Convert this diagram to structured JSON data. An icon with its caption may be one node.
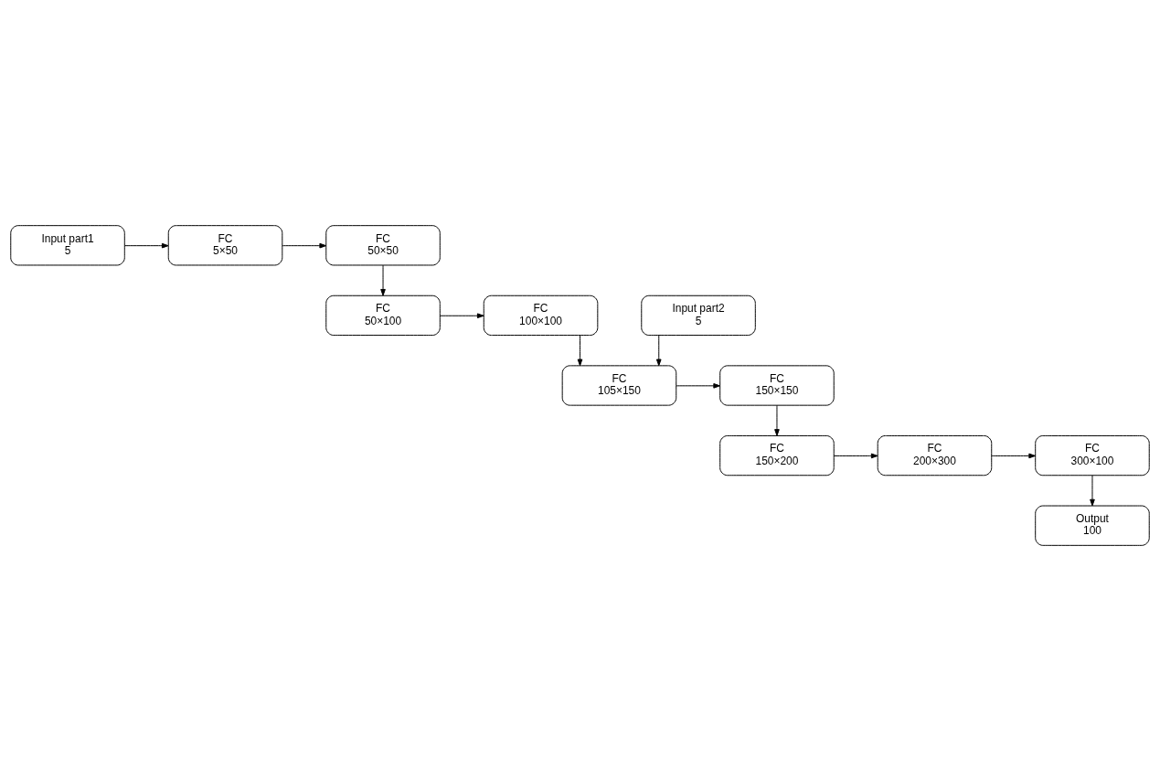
{
  "diagram": {
    "nodes": [
      {
        "text": [
          "Input part1",
          "5"
        ]
      },
      {
        "text": [
          "FC",
          "5×50"
        ]
      },
      {
        "text": [
          "FC",
          "50×50"
        ]
      },
      {
        "text": [
          "Input part2",
          "5"
        ]
      },
      {
        "text": [
          "FC",
          "100×100"
        ]
      },
      {
        "text": [
          "FC",
          "50×100"
        ]
      },
      {
        "text": [
          "FC",
          "105×150"
        ]
      },
      {
        "text": [
          "FC",
          "150×150"
        ]
      },
      {
        "text": [
          "FC",
          "300×100"
        ]
      },
      {
        "text": [
          "FC",
          "200×300"
        ]
      },
      {
        "text": [
          "FC",
          "150×200"
        ]
      },
      {
        "text": [
          "Output",
          "100"
        ]
      }
    ],
    "edges": [
      {
        "from": 0,
        "to": 1,
        "arrow": "to"
      },
      {
        "from": 1,
        "to": 2,
        "arrow": "to"
      },
      {
        "from": 2,
        "to": 5,
        "arrow": "to"
      },
      {
        "from": 5,
        "to": 4,
        "arrow": "to"
      },
      {
        "from": 4,
        "to": 6,
        "arrow": "to"
      },
      {
        "from": 3,
        "to": 6,
        "arrow": "to"
      },
      {
        "from": 6,
        "to": 7,
        "arrow": "to"
      },
      {
        "from": 7,
        "to": 10,
        "arrow": "to"
      },
      {
        "from": 10,
        "to": 9,
        "arrow": "to"
      },
      {
        "from": 9,
        "to": 8,
        "arrow": "to"
      },
      {
        "from": 8,
        "to": 11,
        "arrow": "to"
      }
    ]
  }
}
